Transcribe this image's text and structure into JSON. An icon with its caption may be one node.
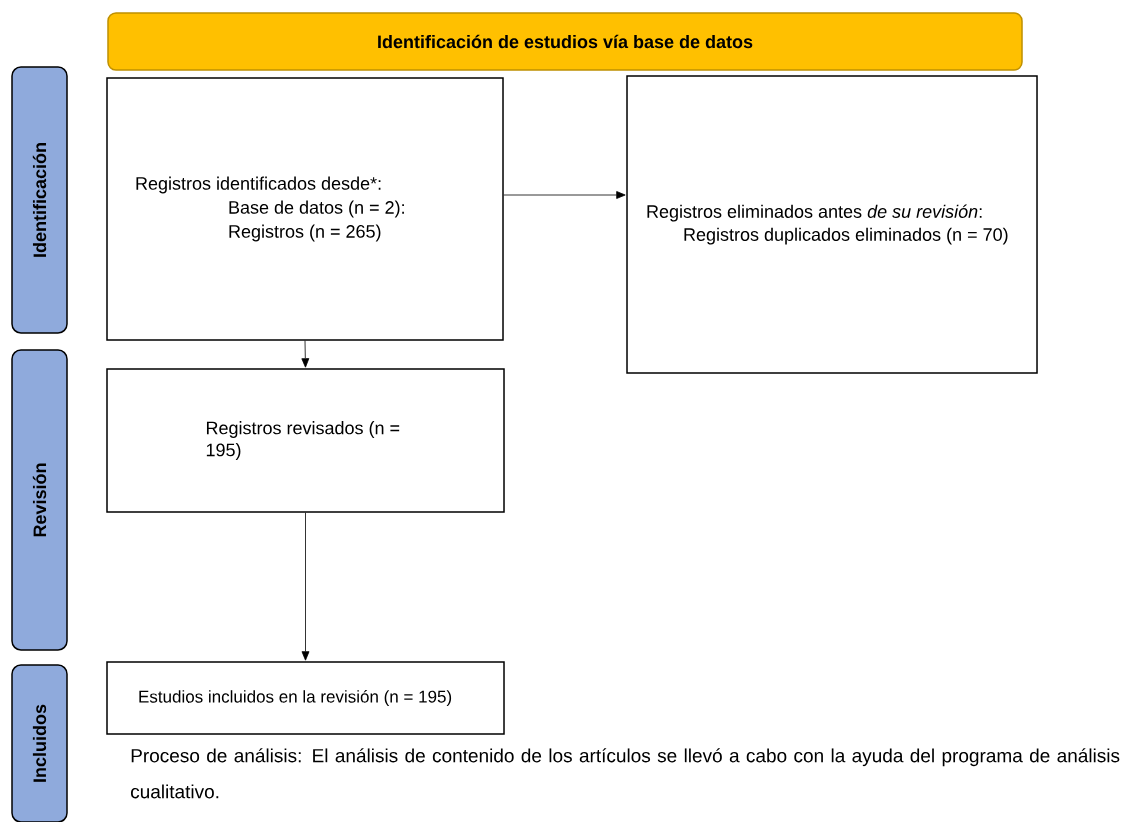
{
  "diagram": {
    "nodes": [
      {
        "text": [
          "Identificación de estudios vía base de datos"
        ]
      },
      {
        "text": [
          "Identificación"
        ]
      },
      {
        "text": [
          "Registros identificados desde*:",
          "Base de datos (n = 2):",
          "Registros (n = 265)"
        ]
      },
      {
        "text": [
          "Registros eliminados antes *de su revisión*:",
          "Registros duplicados eliminados (n = 70)"
        ]
      },
      {
        "text": [
          "Revisión"
        ]
      },
      {
        "text": [
          "Registros revisados (n = 195)"
        ]
      },
      {
        "text": [
          "Incluidos"
        ]
      },
      {
        "text": [
          "Estudios incluidos en la revisión (n = 195)"
        ]
      }
    ],
    "edges": [
      {
        "from": 2,
        "to": 3,
        "arrow": "to"
      },
      {
        "from": 2,
        "to": 5,
        "arrow": "to"
      },
      {
        "from": 5,
        "to": 7,
        "arrow": "to"
      }
    ],
    "labels": [
      "Proceso de análisis: El análisis de contenido de los artículos se llevó a cabo con la ayuda del programa de análisis cualitativo."
    ]
  }
}
